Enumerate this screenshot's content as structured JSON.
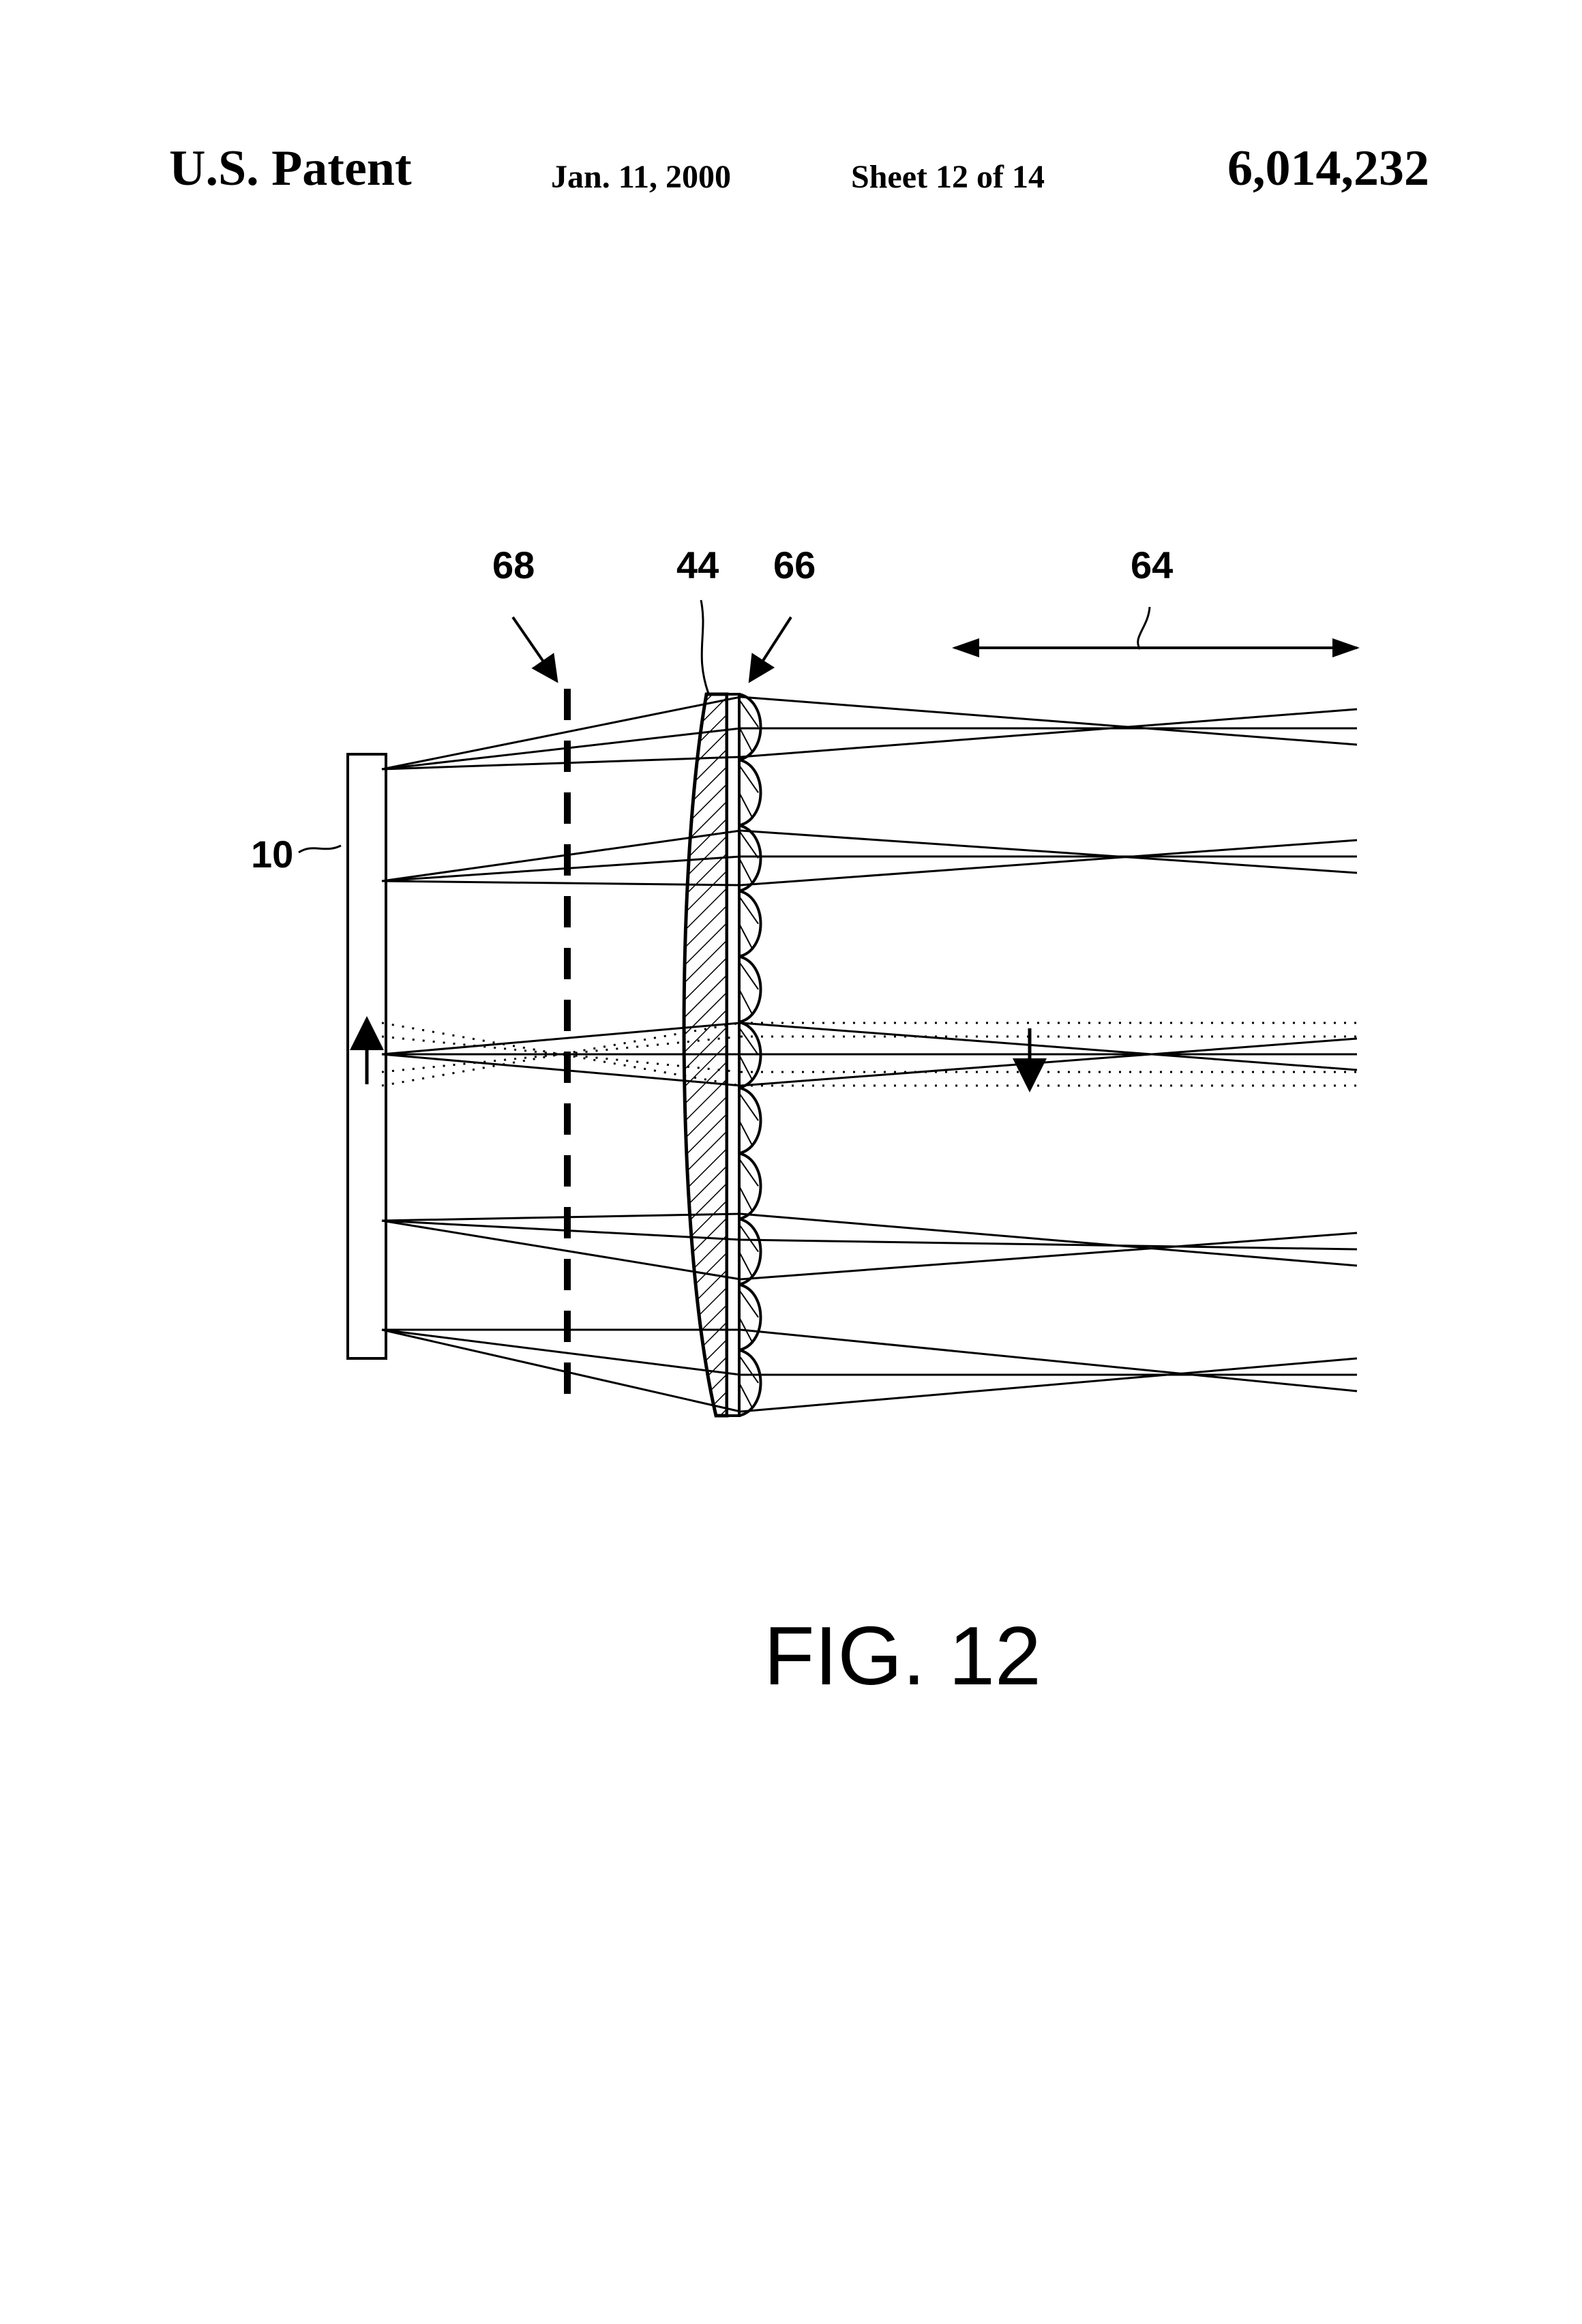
{
  "header": {
    "left": "U.S. Patent",
    "date": "Jan. 11, 2000",
    "sheet": "Sheet 12 of 14",
    "patent_number": "6,014,232"
  },
  "labels": {
    "ref_68": "68",
    "ref_44": "44",
    "ref_66": "66",
    "ref_64": "64",
    "ref_10": "10"
  },
  "caption": "FIG. 12",
  "colors": {
    "ink": "#000000",
    "paper": "#ffffff"
  }
}
